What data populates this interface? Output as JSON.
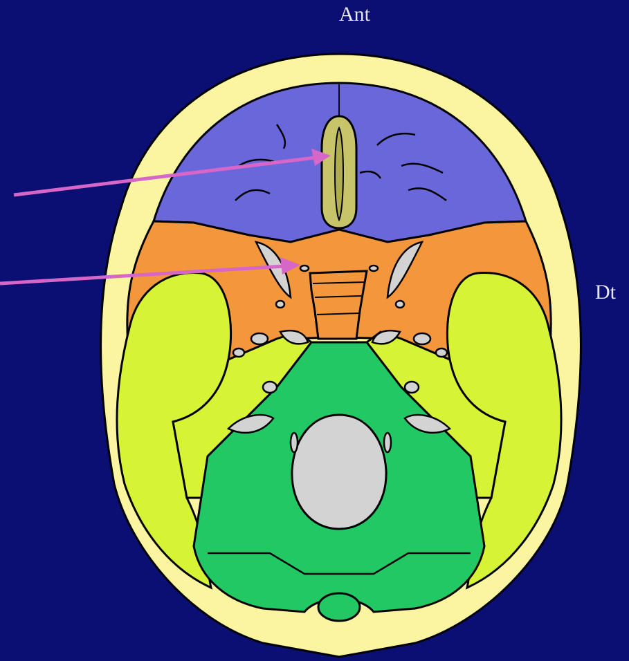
{
  "labels": {
    "anterior": "Ant",
    "right": "Dt"
  },
  "colors": {
    "background": "#0b0e72",
    "bone_outline": "#fbf4a0",
    "anterior_fossa": "#6a67db",
    "middle_fossa": "#f4963c",
    "temporal_region": "#d7f336",
    "posterior_fossa": "#22c863",
    "crista_galli": "#c7c46a",
    "foramina": "#d3d3d3",
    "arrow": "#d667c8"
  },
  "arrows": [
    {
      "target": "crista-galli"
    },
    {
      "target": "sella-turcica"
    }
  ]
}
